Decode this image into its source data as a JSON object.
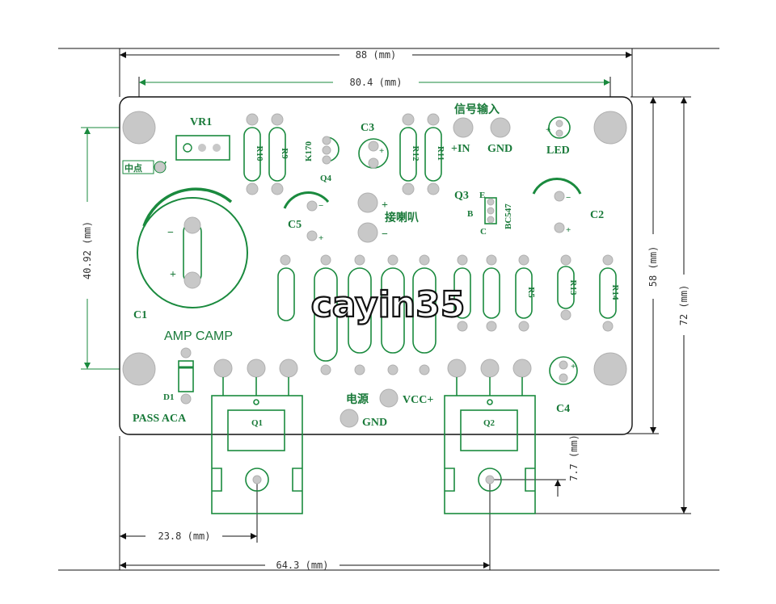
{
  "dimensions": {
    "width_total": "88 (mm)",
    "hole_spacing_x": "80.4 (mm)",
    "hole_spacing_y": "40.92 (mm)",
    "board_height": "58 (mm)",
    "total_height": "72 (mm)",
    "q_hole_offset": "7.7 (mm)",
    "q1_hole_x": "23.8 (mm)",
    "q2_hole_x": "64.3 (mm)"
  },
  "components": {
    "vr1": "VR1",
    "midpoint": "中点",
    "r10": "R10",
    "r9": "R9",
    "k170": "K170",
    "q4": "Q4",
    "c3": "C3",
    "r12": "R12",
    "r11": "R11",
    "signal_input": "信号输入",
    "in_plus": "+IN",
    "gnd_top": "GND",
    "led": "LED",
    "c5": "C5",
    "speaker": "接喇叭",
    "q3": "Q3",
    "bc547": "BC547",
    "pin_e": "E",
    "pin_b": "B",
    "pin_c": "C",
    "c2": "C2",
    "c1": "C1",
    "r5": "R5",
    "r13": "R13",
    "r14": "R14",
    "amp_camp": "AMP CAMP",
    "d1": "D1",
    "pass_aca": "PASS ACA",
    "power": "电源",
    "vcc": "VCC+",
    "gnd_bottom": "GND",
    "c4": "C4",
    "q1": "Q1",
    "q2": "Q2",
    "plus": "+",
    "minus": "−"
  },
  "watermark": "cayin35",
  "colors": {
    "trace": "#1a8a3e",
    "pad": "#c8c8c8",
    "dimension": "#111111"
  }
}
